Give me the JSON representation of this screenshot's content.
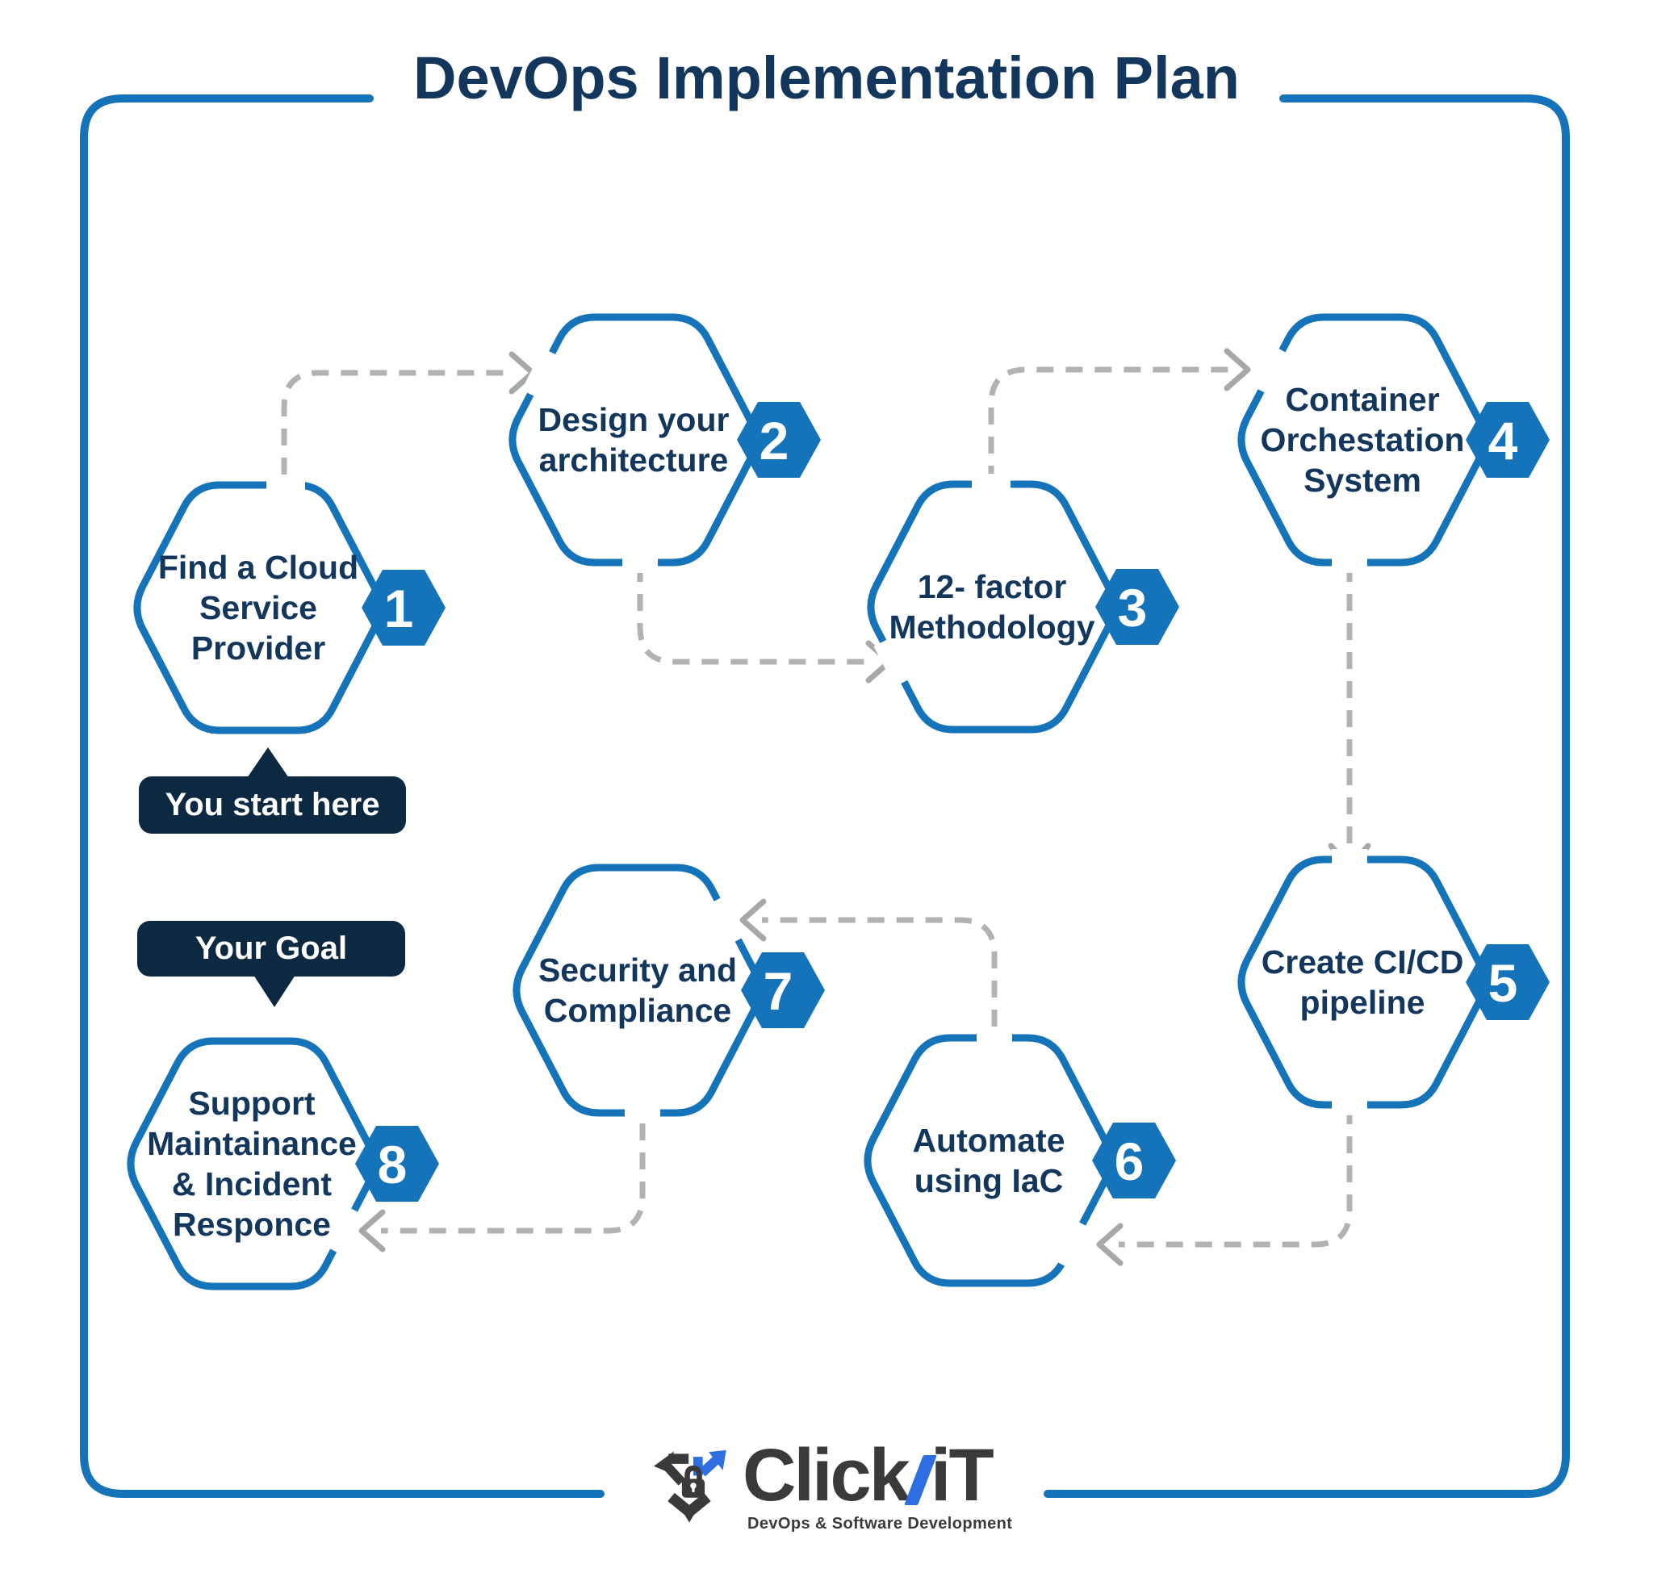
{
  "title": "DevOps Implementation Plan",
  "steps": [
    {
      "num": "1",
      "label": "Find a Cloud\nService\nProvider"
    },
    {
      "num": "2",
      "label": "Design your\narchitecture"
    },
    {
      "num": "3",
      "label": "12- factor\nMethodology"
    },
    {
      "num": "4",
      "label": "Container\nOrchestation\nSystem"
    },
    {
      "num": "5",
      "label": "Create CI/CD\npipeline"
    },
    {
      "num": "6",
      "label": "Automate\nusing IaC"
    },
    {
      "num": "7",
      "label": "Security and\nCompliance"
    },
    {
      "num": "8",
      "label": "Support\nMaintainance\n& Incident\nResponce"
    }
  ],
  "edges": [
    "1-2",
    "2-3",
    "3-4",
    "4-5",
    "5-6",
    "6-7",
    "7-8"
  ],
  "callouts": {
    "start": "You start here",
    "goal": "Your Goal"
  },
  "logo": {
    "brand_prefix": "Click",
    "brand_suffix": "iT",
    "tagline": "DevOps & Software Development"
  },
  "colors": {
    "blue": "#1473B9",
    "navy_text": "#13365C",
    "callout_navy": "#0D2841",
    "dash_gray": "#B2B2B2",
    "logo_dark": "#3A3A3C",
    "logo_blue": "#2E6EE2"
  }
}
